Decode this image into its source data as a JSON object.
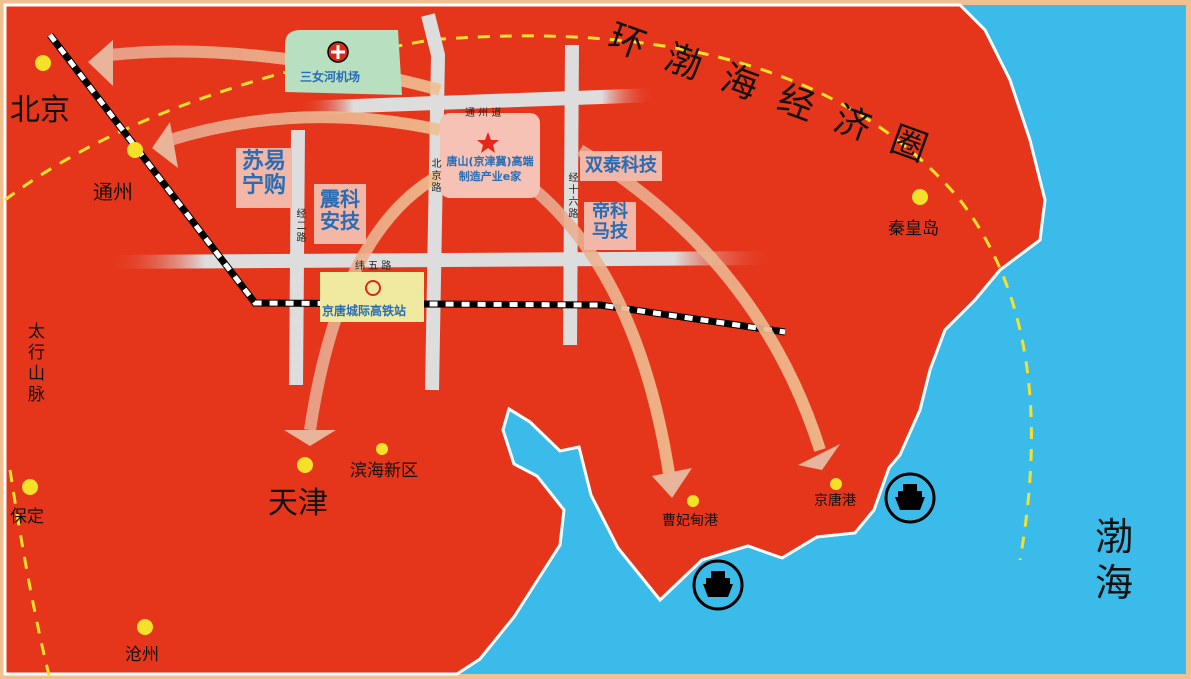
{
  "colors": {
    "land": "#e5361b",
    "sea": "#3bbbea",
    "border": "#f0c090",
    "city_dot": "#f5e12a",
    "company_bg": "#f2b7a6",
    "company_text": "#2a6db5"
  },
  "region_title": "环渤海经济圈",
  "sea_label": [
    "渤",
    "海"
  ],
  "cities": {
    "beijing": "北京",
    "tongzhou": "通州",
    "tianjin": "天津",
    "binhai": "滨海新区",
    "baoding": "保定",
    "cangzhou": "沧州",
    "qinhuangdao": "秦皇岛",
    "caofeidian": "曹妃甸港",
    "jingtang": "京唐港"
  },
  "mountain": "太行山脉",
  "airport": {
    "label": "三女河机场",
    "icon": "airplane-icon"
  },
  "station": {
    "label": "京唐城际高铁站",
    "icon": "railway-icon"
  },
  "center": {
    "line1": "唐山(京津冀)高端",
    "line2": "制造产业e家",
    "icon": "star-icon"
  },
  "companies": {
    "suning": [
      "苏易",
      "宁购"
    ],
    "zhenke": [
      "震科",
      "安技"
    ],
    "shuangtai": "双泰科技",
    "dike": [
      "帝科",
      "马技"
    ]
  },
  "roads": {
    "tongzhou_dao": "通 州 道",
    "beijing_lu": "北京路",
    "weiwu_lu": "纬 五 路",
    "jing16_lu": "经十六路",
    "jing2_lu": "经二路"
  },
  "ports_icon": "ship-icon"
}
